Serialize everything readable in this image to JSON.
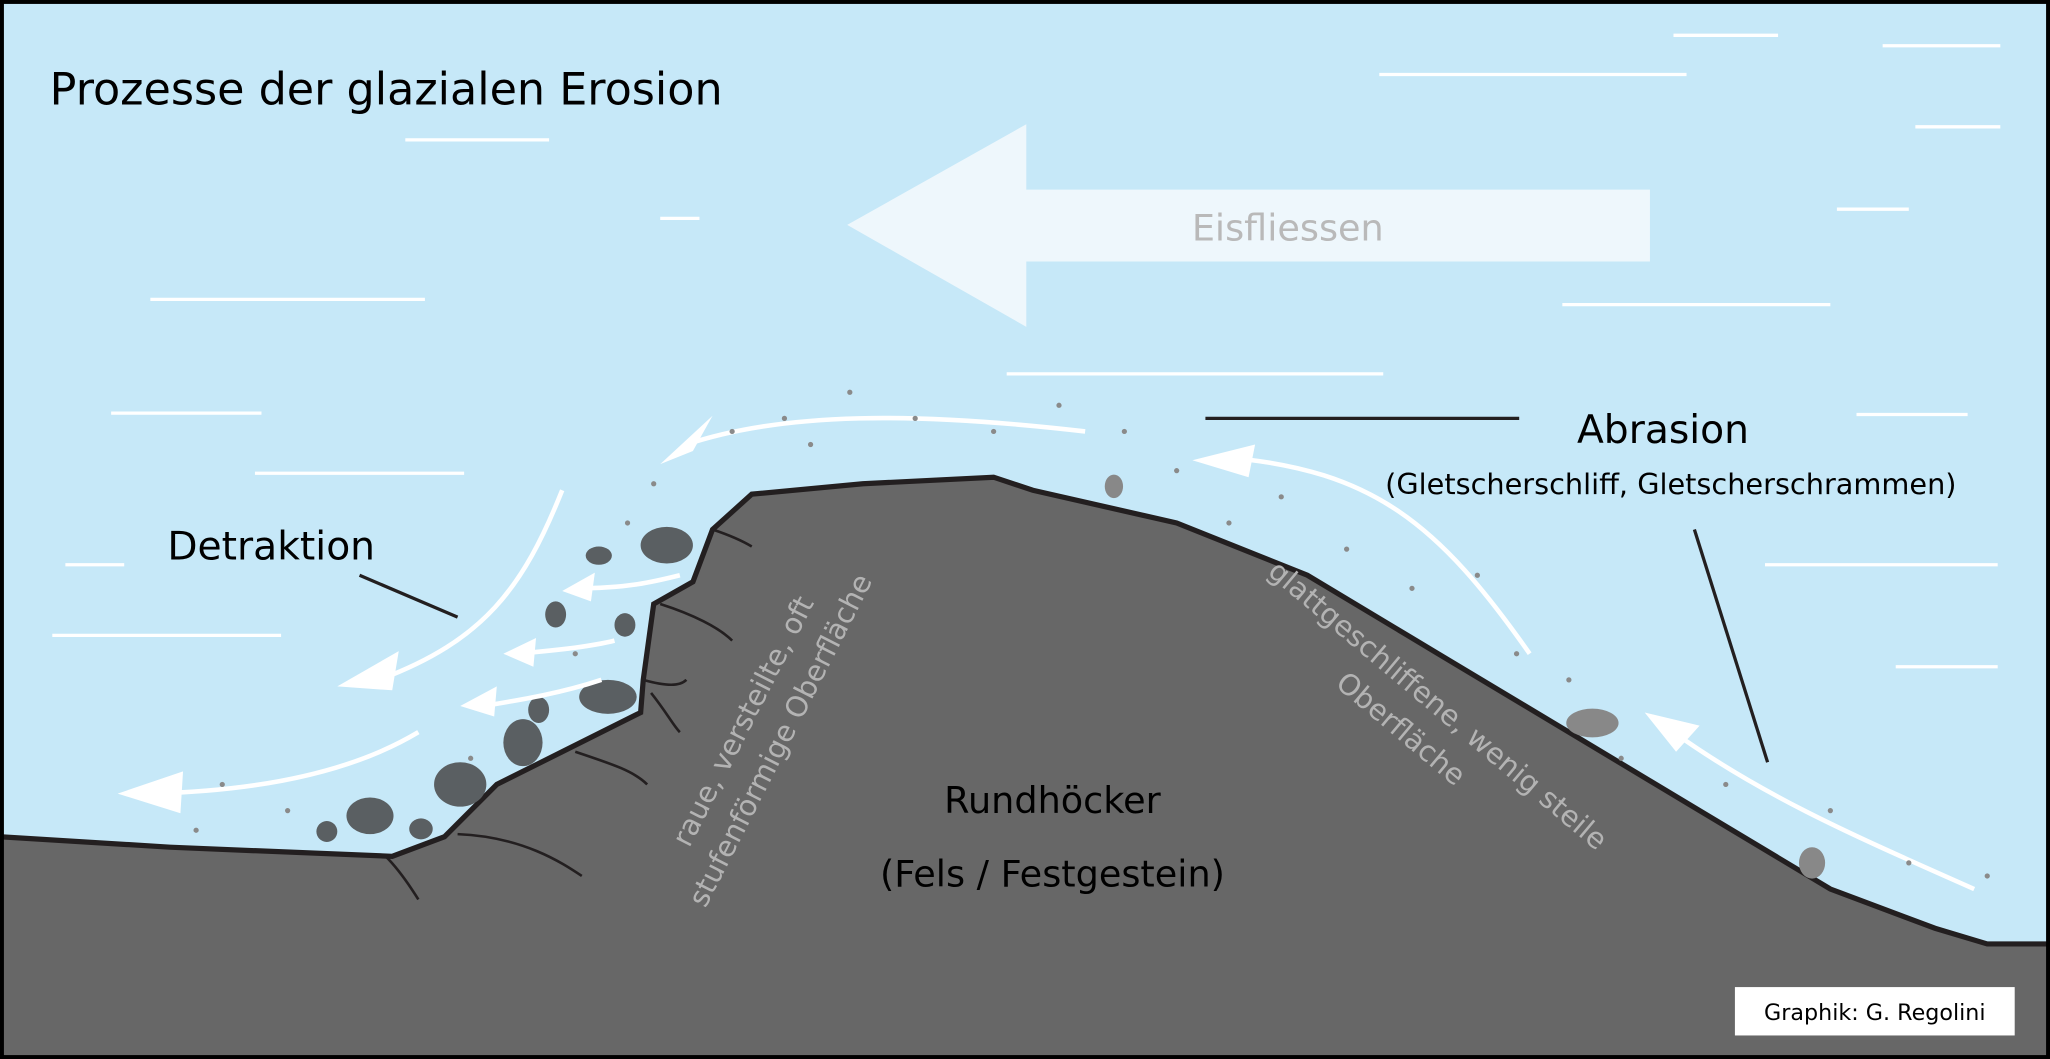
{
  "title": "Prozesse der glazialen Erosion",
  "flow_label": "Eisfliessen",
  "abrasion": {
    "title": "Abrasion",
    "subtitle": "(Gletscherschliff, Gletscherschrammen)"
  },
  "detraktion": "Detraktion",
  "rock": {
    "line1": "Rundhöcker",
    "line2": "(Fels / Festgestein)"
  },
  "left_surface": {
    "line1": "raue, versteilte, oft",
    "line2": "stufenförmige Oberfläche"
  },
  "right_surface": {
    "line1": "glattgeschliffene, wenig steile",
    "line2": "Oberfläche"
  },
  "credit": "Graphik: G. Regolini",
  "colors": {
    "ice": "#c6e8f8",
    "rock": "#676767",
    "outline": "#231f20",
    "arrow": "#ffffff"
  }
}
